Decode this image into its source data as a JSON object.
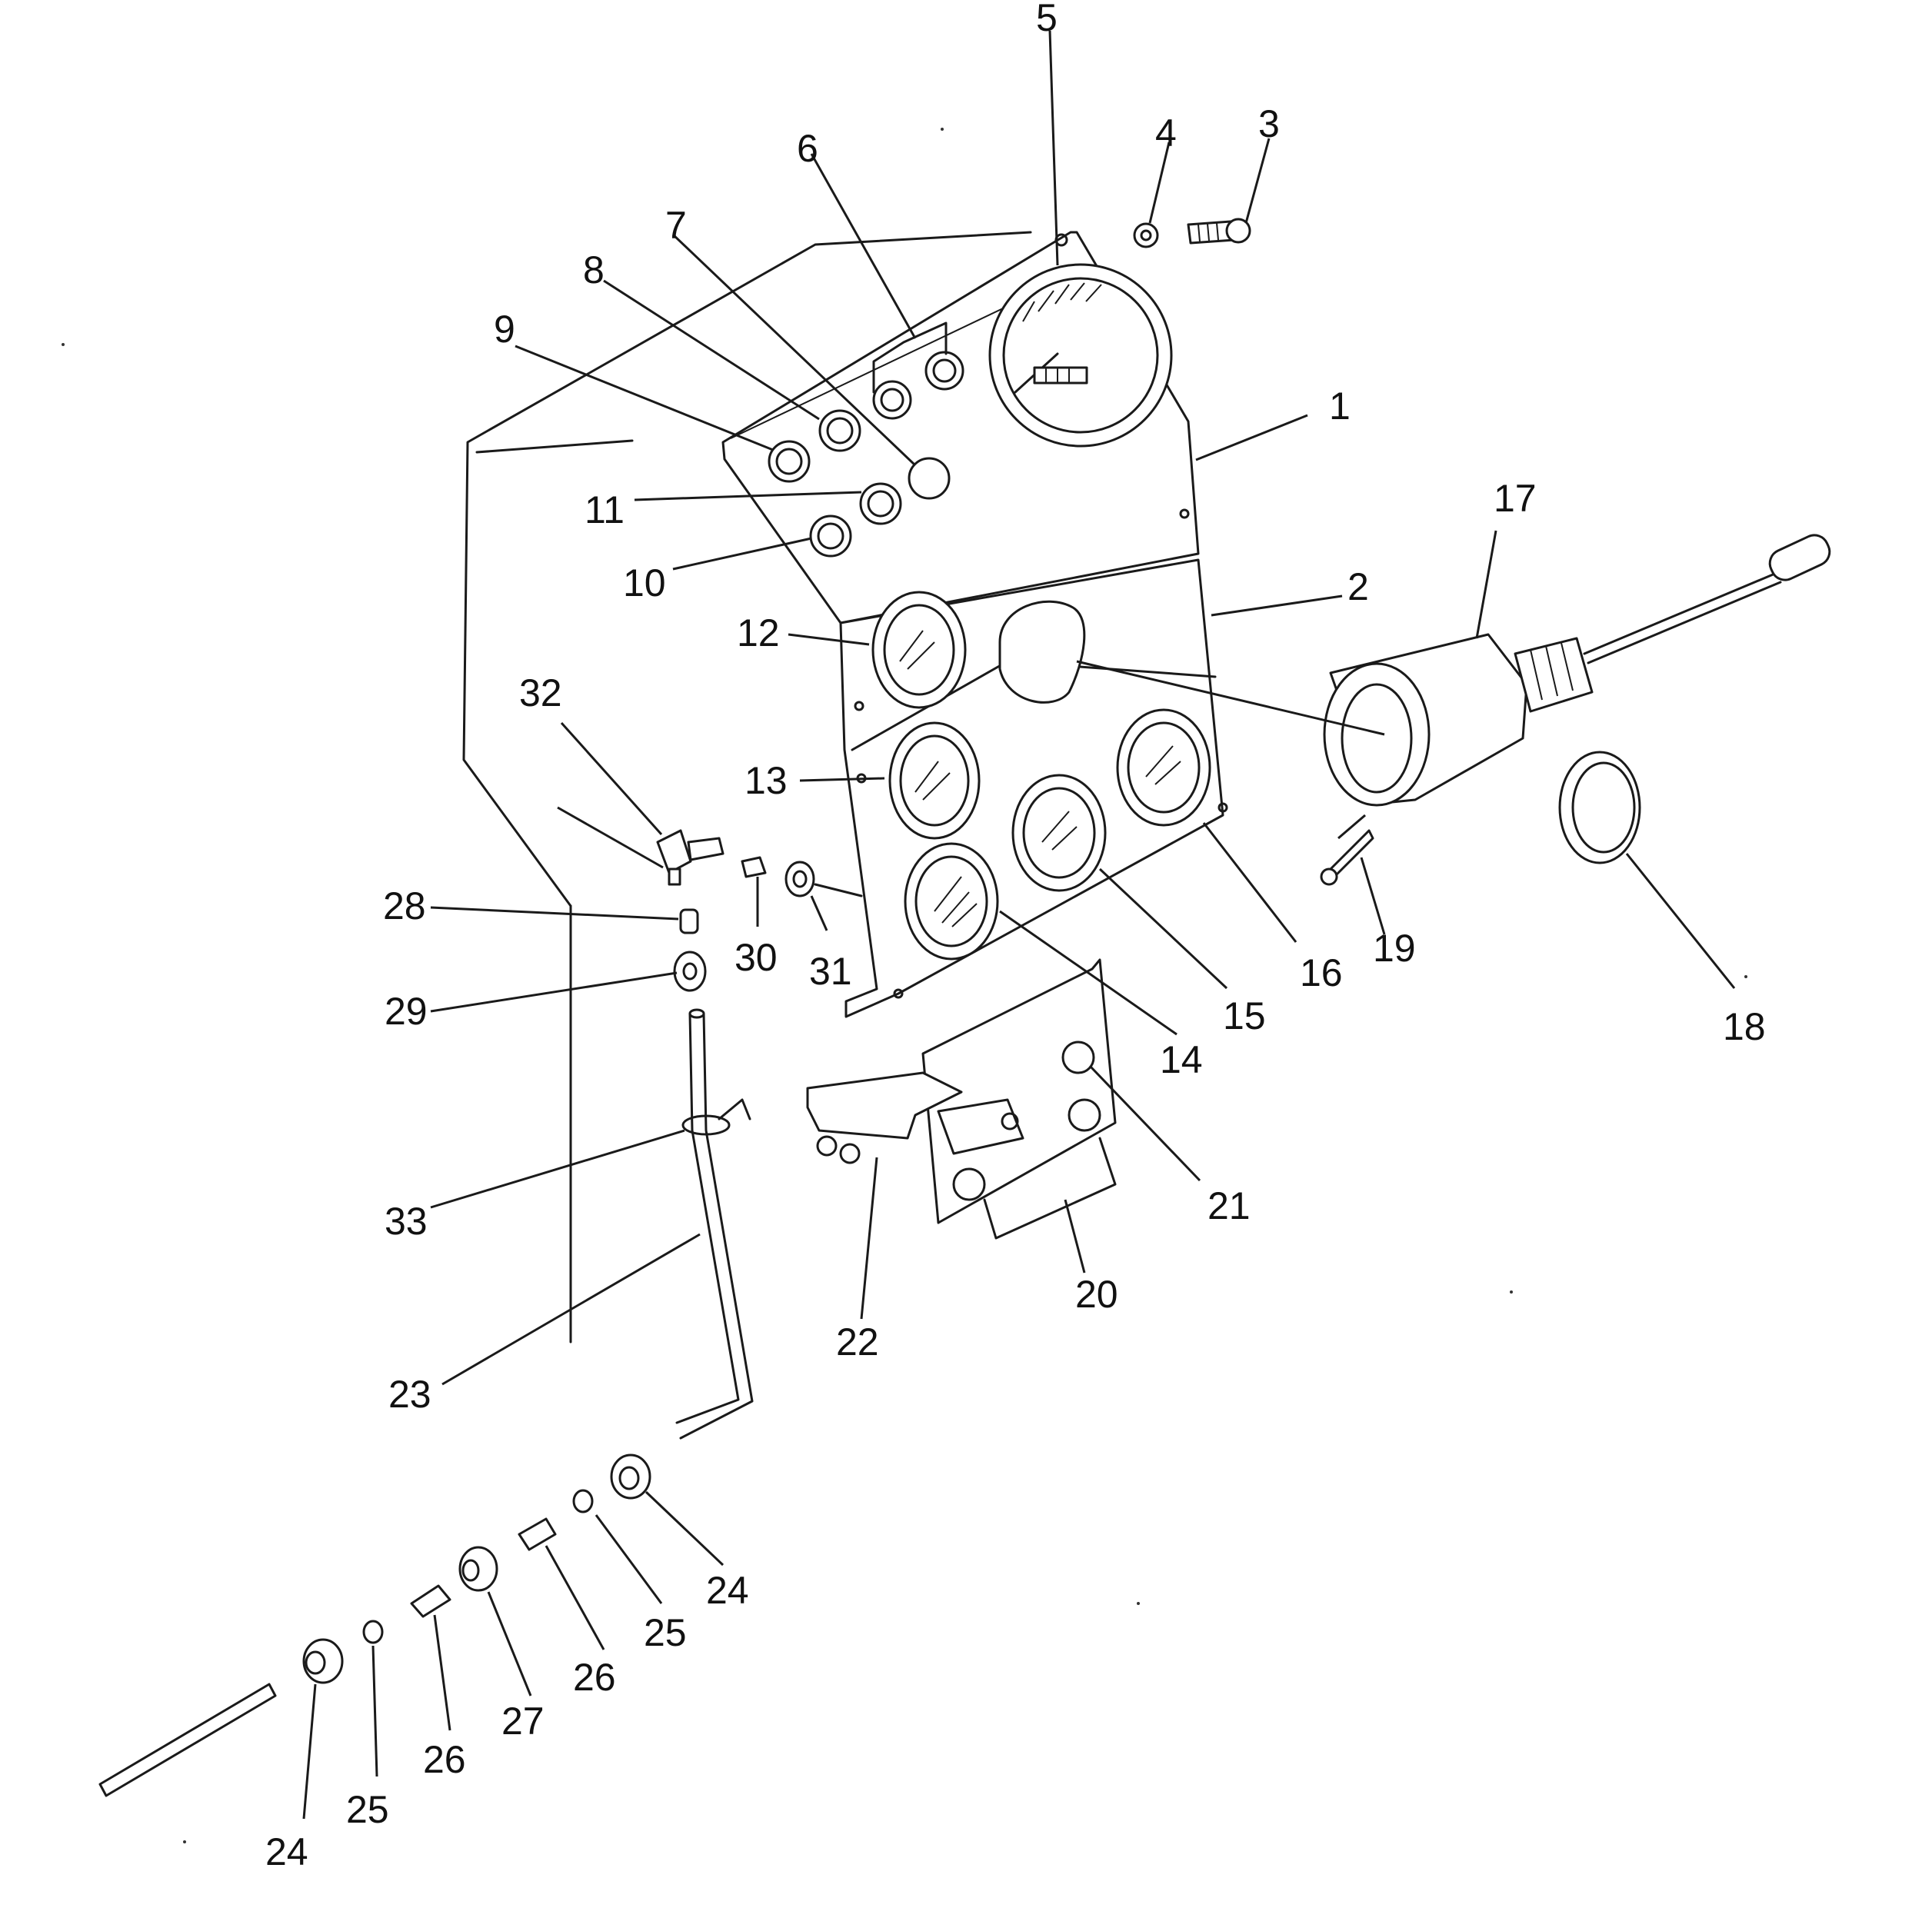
{
  "callouts": [
    {
      "id": "c1",
      "text": "1"
    },
    {
      "id": "c2",
      "text": "2"
    },
    {
      "id": "c3",
      "text": "3"
    },
    {
      "id": "c4",
      "text": "4"
    },
    {
      "id": "c5",
      "text": "5"
    },
    {
      "id": "c6",
      "text": "6"
    },
    {
      "id": "c7",
      "text": "7"
    },
    {
      "id": "c8",
      "text": "8"
    },
    {
      "id": "c9",
      "text": "9"
    },
    {
      "id": "c10",
      "text": "10"
    },
    {
      "id": "c11",
      "text": "11"
    },
    {
      "id": "c12",
      "text": "12"
    },
    {
      "id": "c13",
      "text": "13"
    },
    {
      "id": "c14",
      "text": "14"
    },
    {
      "id": "c15",
      "text": "15"
    },
    {
      "id": "c16",
      "text": "16"
    },
    {
      "id": "c17",
      "text": "17"
    },
    {
      "id": "c18",
      "text": "18"
    },
    {
      "id": "c19",
      "text": "19"
    },
    {
      "id": "c20",
      "text": "20"
    },
    {
      "id": "c21",
      "text": "21"
    },
    {
      "id": "c22",
      "text": "22"
    },
    {
      "id": "c23",
      "text": "23"
    },
    {
      "id": "c24a",
      "text": "24"
    },
    {
      "id": "c24b",
      "text": "24"
    },
    {
      "id": "c25a",
      "text": "25"
    },
    {
      "id": "c25b",
      "text": "25"
    },
    {
      "id": "c26a",
      "text": "26"
    },
    {
      "id": "c26b",
      "text": "26"
    },
    {
      "id": "c27",
      "text": "27"
    },
    {
      "id": "c28",
      "text": "28"
    },
    {
      "id": "c29",
      "text": "29"
    },
    {
      "id": "c30",
      "text": "30"
    },
    {
      "id": "c31",
      "text": "31"
    },
    {
      "id": "c32",
      "text": "32"
    },
    {
      "id": "c33",
      "text": "33"
    }
  ]
}
